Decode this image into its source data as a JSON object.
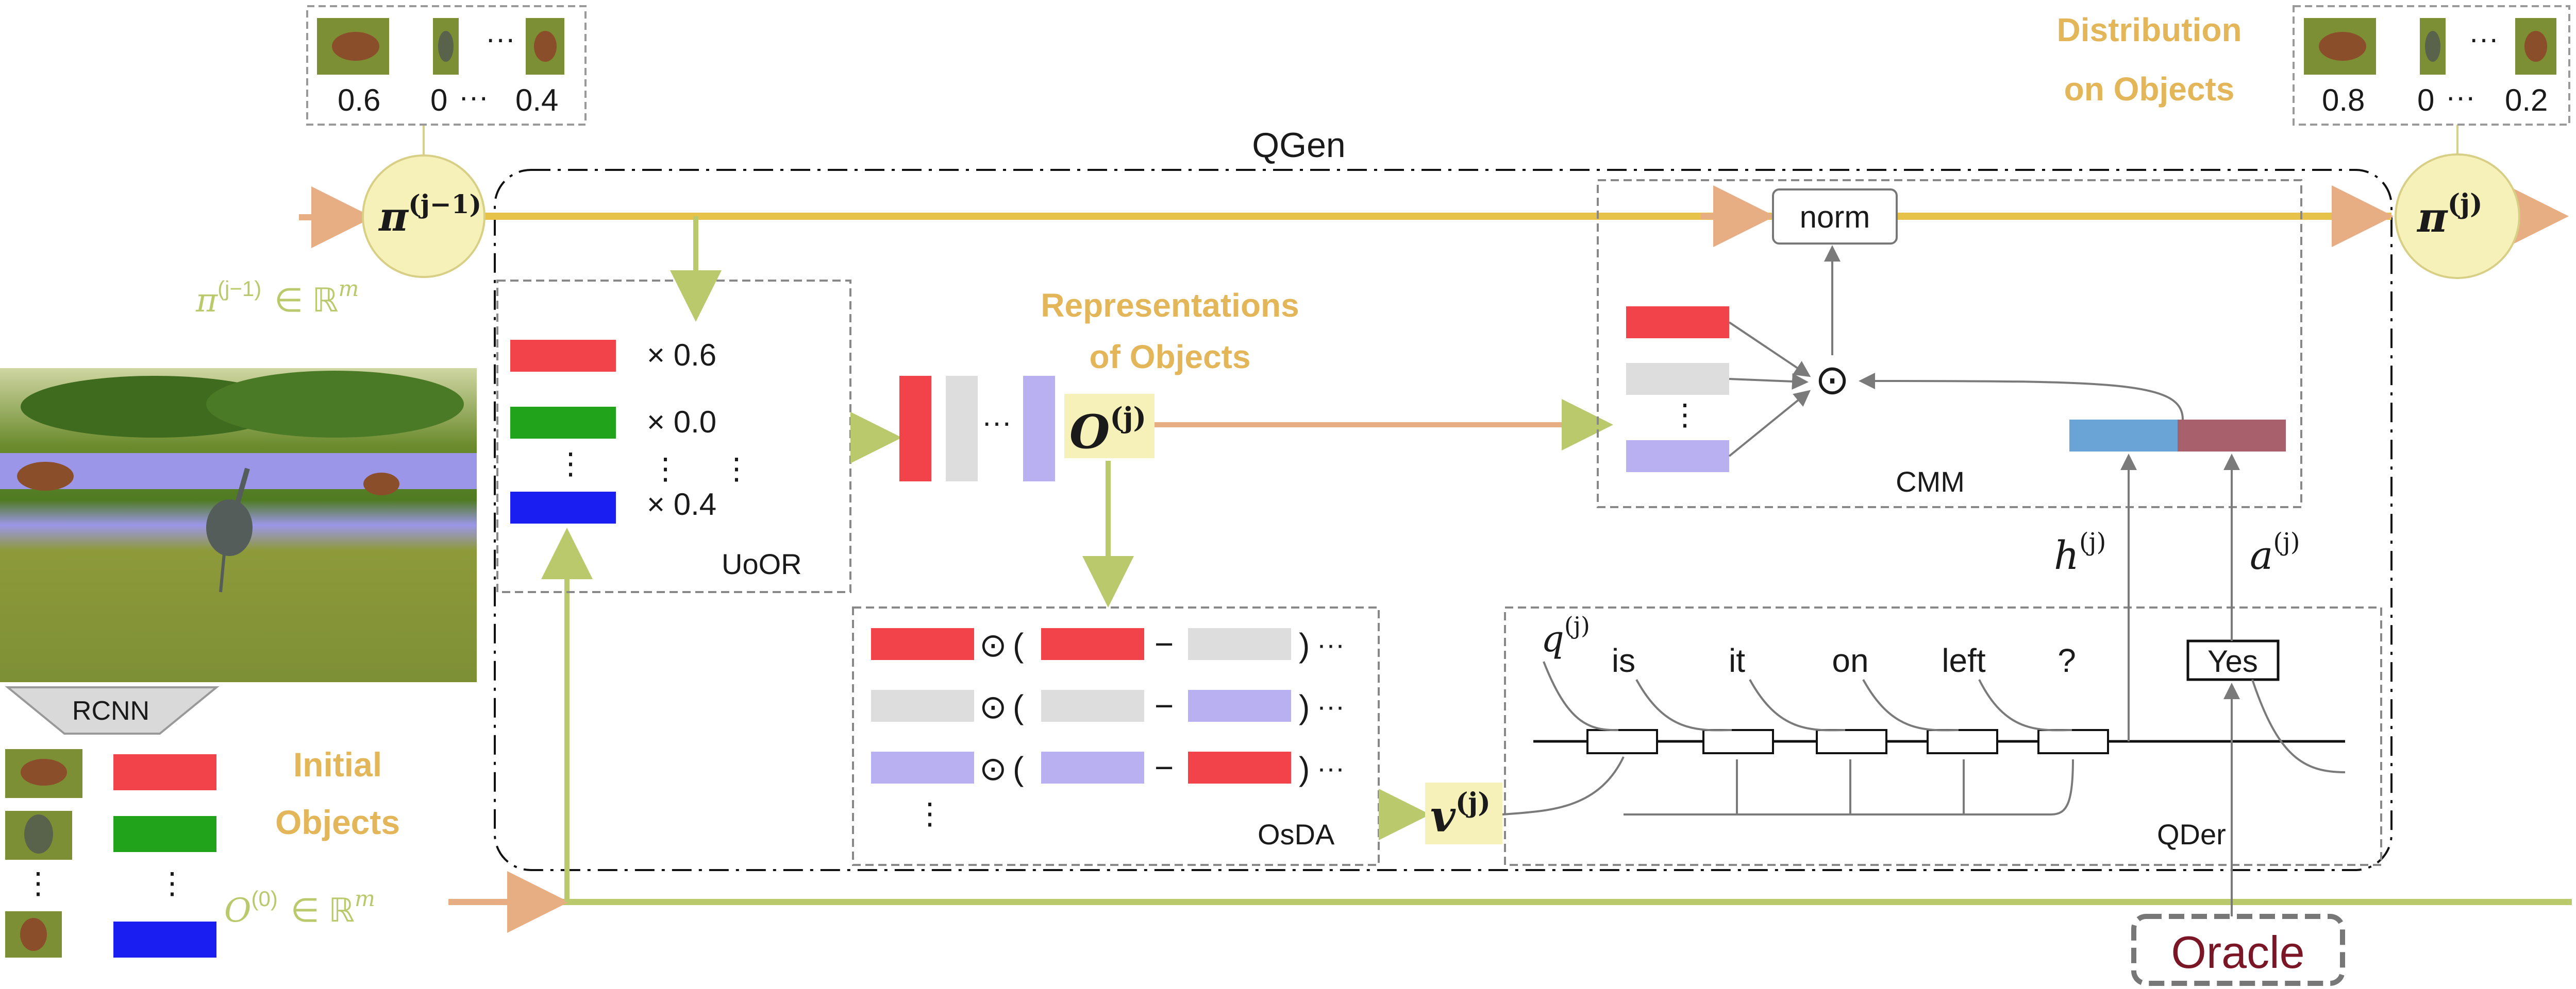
{
  "colors": {
    "yellow_line": "#e6c24a",
    "green_line": "#b9c96b",
    "orange_arrow": "#e8ae83",
    "red": "#f2434a",
    "green": "#22a31c",
    "blue": "#1a1ef0",
    "lightgray": "#dddddd",
    "lavender": "#b8b0f0",
    "h_bar": "#6aa4d6",
    "a_bar": "#a8606c",
    "oracle_text": "#7a1626",
    "circle_fill": "#f6f1b8"
  },
  "top_left_scores": {
    "first": "0.6",
    "middle": "0",
    "dots": "···",
    "last": "0.4"
  },
  "top_right_scores": {
    "first": "0.8",
    "middle": "0",
    "dots": "···",
    "last": "0.2"
  },
  "distribution_label": {
    "line1": "Distribution",
    "line2": "on Objects"
  },
  "qgen_label": "QGen",
  "pi_prev": {
    "base": "π",
    "sup": "(j−1)"
  },
  "pi_prev_space": {
    "base": "π",
    "sup": "(j−1)",
    "rest": "∈ ℝ",
    "rest_sup": "m"
  },
  "pi_curr": {
    "base": "π",
    "sup": "(j)"
  },
  "norm_label": "norm",
  "odot_symbol": "⊙",
  "uoor": {
    "label": "UoOR",
    "w1": "× 0.6",
    "w2": "× 0.0",
    "w3": "× 0.4",
    "vdots": "⋮"
  },
  "representations_label": {
    "line1": "Representations",
    "line2": "of Objects"
  },
  "o_j": {
    "base": "O",
    "sup": "(j)"
  },
  "hdots": "···",
  "cmm_label": "CMM",
  "osda": {
    "label": "OsDA",
    "odot": "⊙",
    "open_paren": "(",
    "minus": "−",
    "close_paren": ")",
    "tail": "···",
    "vdots": "⋮"
  },
  "v_j": {
    "base": "v",
    "sup": "(j)"
  },
  "h_j": {
    "base": "h",
    "sup": "(j)"
  },
  "a_j": {
    "base": "a",
    "sup": "(j)"
  },
  "q_j": {
    "base": "q",
    "sup": "(j)"
  },
  "question_words": [
    "is",
    "it",
    "on",
    "left",
    "?"
  ],
  "answer": "Yes",
  "qder_label": "QDer",
  "rcnn_label": "RCNN",
  "initial_objects_label": {
    "line1": "Initial",
    "line2": "Objects"
  },
  "o_zero": {
    "base": "O",
    "sup": "(0)",
    "rest": "∈ ℝ",
    "rest_sup": "m"
  },
  "oracle_label": "Oracle"
}
